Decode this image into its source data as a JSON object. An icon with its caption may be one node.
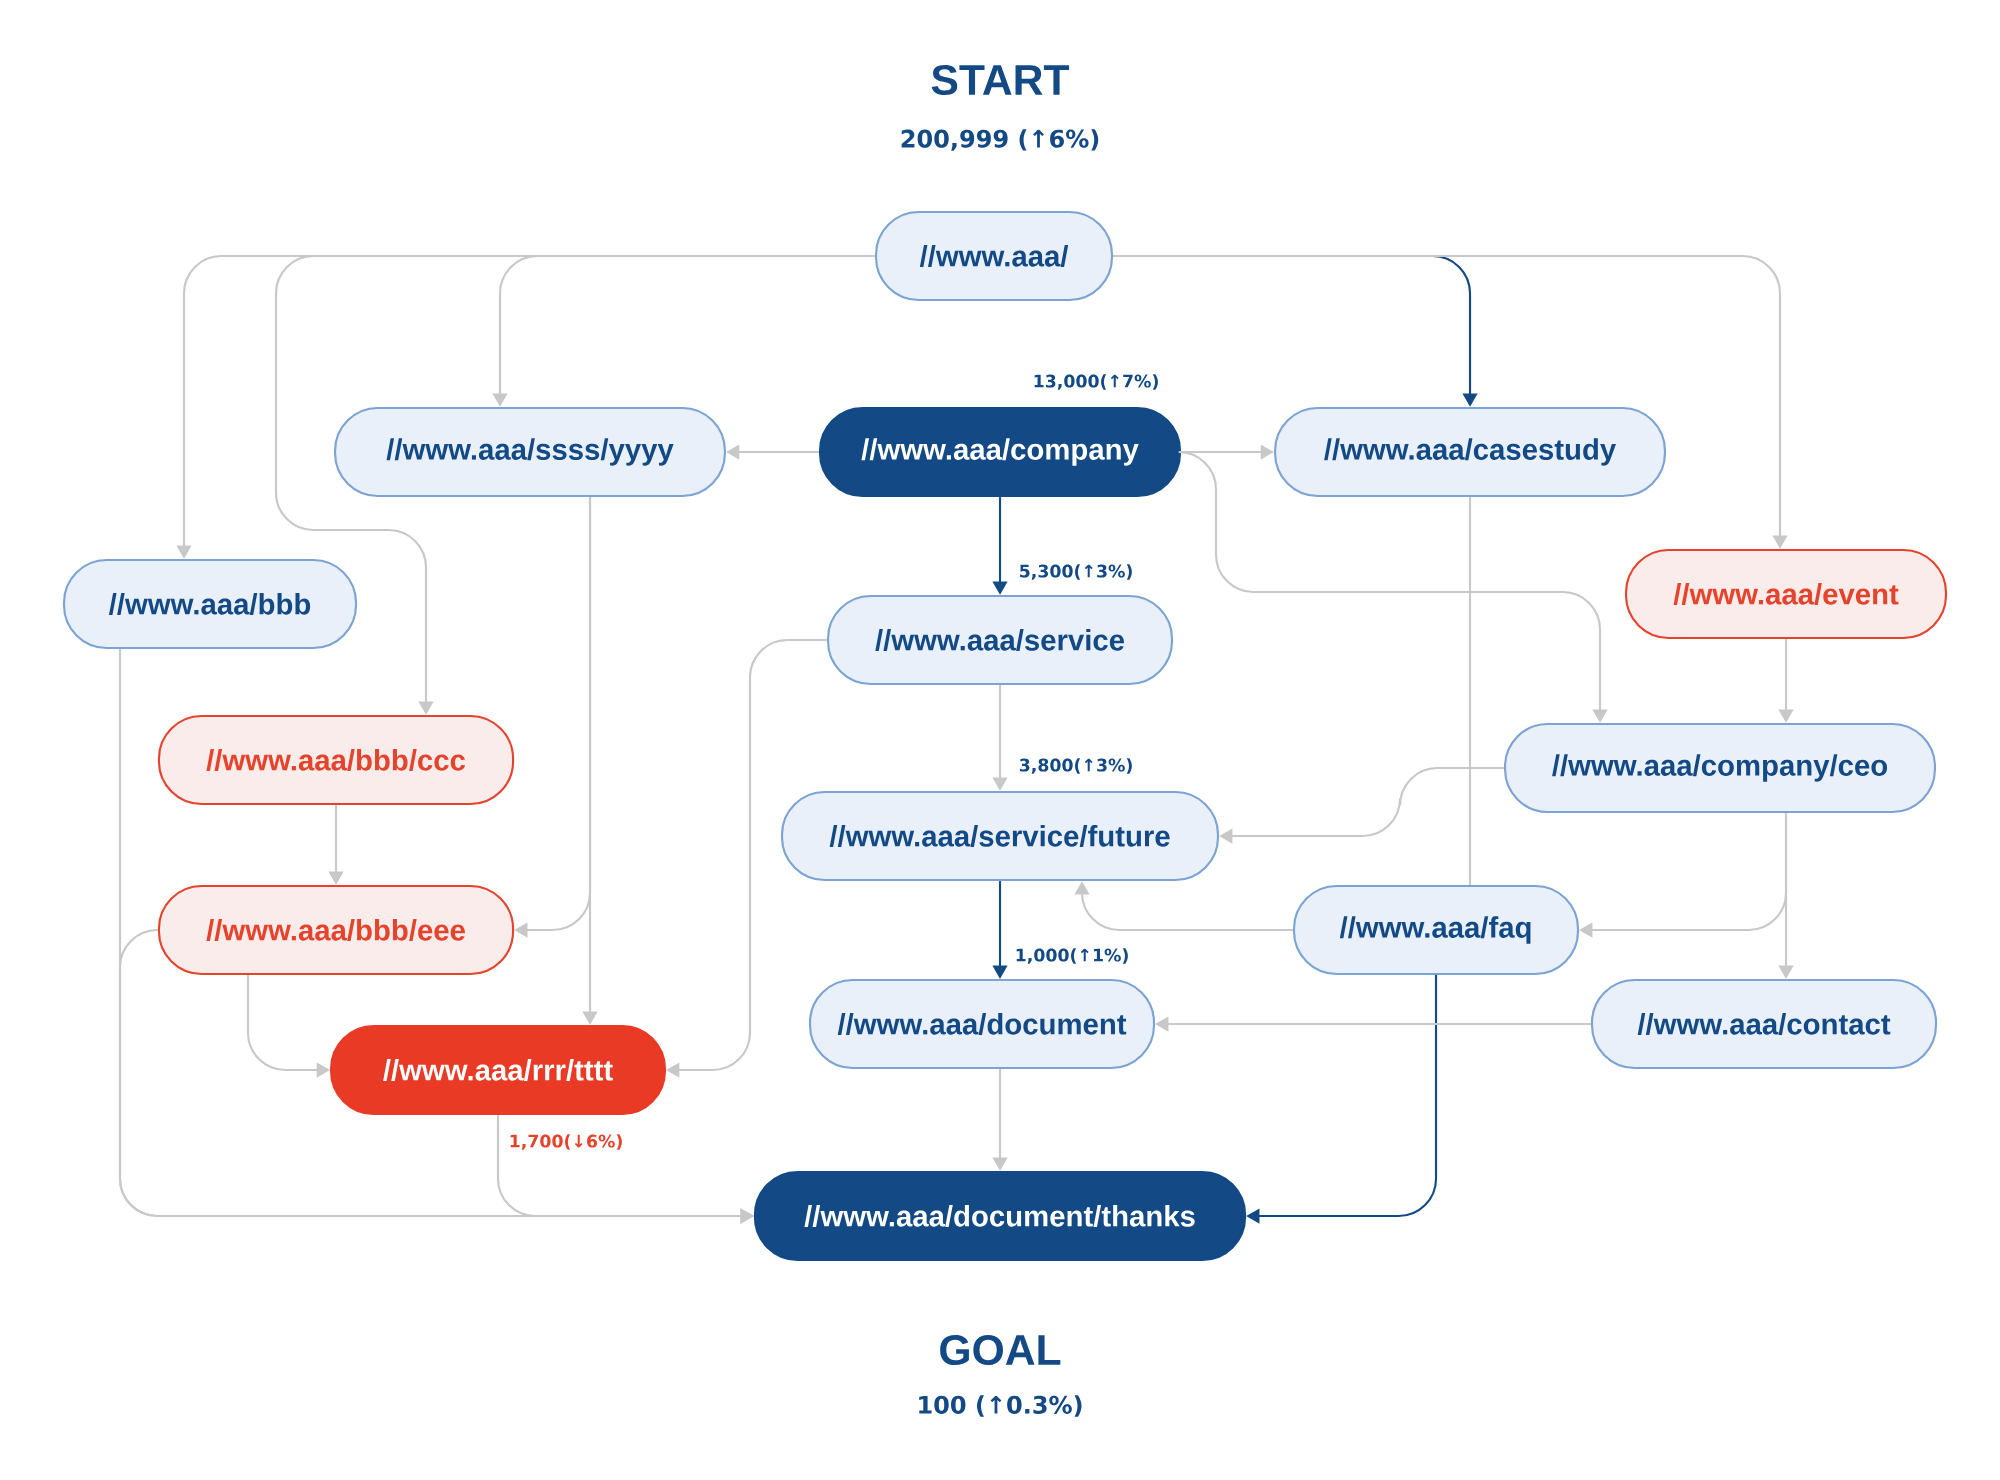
{
  "diagram": {
    "nodes": [
      {
        "text": [
          "//www.aaa/"
        ]
      },
      {
        "text": [
          "//www.aaa/ssss/yyyy"
        ]
      },
      {
        "text": [
          "//www.aaa/company"
        ],
        "beside": [
          "13,000(↑7%)"
        ]
      },
      {
        "text": [
          "//www.aaa/casestudy"
        ]
      },
      {
        "text": [
          "//www.aaa/bbb"
        ]
      },
      {
        "text": [
          "//www.aaa/service"
        ],
        "beside": [
          "5,300(↑3%)"
        ]
      },
      {
        "text": [
          "//www.aaa/event"
        ]
      },
      {
        "text": [
          "//www.aaa/bbb/ccc"
        ]
      },
      {
        "text": [
          "//www.aaa/company/ceo"
        ]
      },
      {
        "text": [
          "//www.aaa/service/future"
        ],
        "beside": [
          "3,800(↑3%)"
        ]
      },
      {
        "text": [
          "//www.aaa/bbb/eee"
        ]
      },
      {
        "text": [
          "//www.aaa/faq"
        ]
      },
      {
        "text": [
          "//www.aaa/document"
        ],
        "beside": [
          "1,000(↑1%)"
        ]
      },
      {
        "text": [
          "//www.aaa/contact"
        ]
      },
      {
        "text": [
          "//www.aaa/rrr/tttt"
        ],
        "beside": [
          "1,700(↓6%)"
        ]
      },
      {
        "text": [
          "//www.aaa/document/thanks"
        ]
      }
    ],
    "edges": [
      {
        "from": 0,
        "to": 1,
        "arrow": "to"
      },
      {
        "from": 0,
        "to": 4,
        "arrow": "to"
      },
      {
        "from": 0,
        "to": 7,
        "arrow": "to"
      },
      {
        "from": 0,
        "to": 3,
        "arrow": "to",
        "color": "#134a85"
      },
      {
        "from": 0,
        "to": 6,
        "arrow": "to"
      },
      {
        "from": 2,
        "to": 1,
        "arrow": "to"
      },
      {
        "from": 2,
        "to": 3,
        "arrow": "to"
      },
      {
        "from": 2,
        "to": 5,
        "arrow": "to",
        "color": "#134a85"
      },
      {
        "from": 2,
        "to": 8,
        "arrow": "to"
      },
      {
        "from": 1,
        "to": 10,
        "arrow": "to"
      },
      {
        "from": 1,
        "to": 14,
        "arrow": "to"
      },
      {
        "from": 4,
        "to": 15,
        "arrow": "to"
      },
      {
        "from": 10,
        "to": 15,
        "arrow": "to"
      },
      {
        "from": 10,
        "to": 14,
        "arrow": "to"
      },
      {
        "from": 7,
        "to": 10,
        "arrow": "to"
      },
      {
        "from": 5,
        "to": 9,
        "arrow": "to"
      },
      {
        "from": 5,
        "to": 14,
        "arrow": "to"
      },
      {
        "from": 6,
        "to": 8,
        "arrow": "to"
      },
      {
        "from": 8,
        "to": 9,
        "arrow": "to"
      },
      {
        "from": 8,
        "to": 11,
        "arrow": "to"
      },
      {
        "from": 8,
        "to": 13,
        "arrow": "to"
      },
      {
        "from": 3,
        "to": 11,
        "arrow": "none"
      },
      {
        "from": 11,
        "to": 9,
        "arrow": "to"
      },
      {
        "from": 11,
        "to": 15,
        "arrow": "to",
        "color": "#134a85"
      },
      {
        "from": 9,
        "to": 12,
        "arrow": "to",
        "color": "#134a85"
      },
      {
        "from": 13,
        "to": 12,
        "arrow": "to"
      },
      {
        "from": 12,
        "to": 15,
        "arrow": "to"
      },
      {
        "from": 14,
        "to": 15,
        "arrow": "to"
      }
    ],
    "labels": [
      "START",
      "200,999 (↑6%)",
      "GOAL",
      "100 (↑0.3%)"
    ]
  }
}
